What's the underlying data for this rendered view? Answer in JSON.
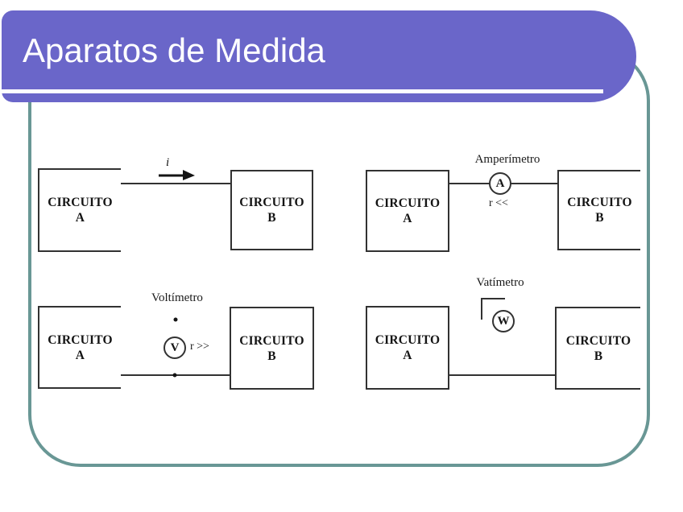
{
  "header": {
    "title": "Aparatos de Medida"
  },
  "colors": {
    "banner_bg": "#6A66C9",
    "frame_border": "#699795",
    "underline": "#FDFDFF",
    "line_color": "#323232",
    "text_color": "#141414"
  },
  "diagrams": {
    "direct": {
      "current_label": "i",
      "box_a": {
        "line1": "CIRCUITO",
        "line2": "A"
      },
      "box_b": {
        "line1": "CIRCUITO",
        "line2": "B"
      }
    },
    "ammeter": {
      "label": "Amperímetro",
      "meter_letter": "A",
      "note": "r <<",
      "box_a": {
        "line1": "CIRCUITO",
        "line2": "A"
      },
      "box_b": {
        "line1": "CIRCUITO",
        "line2": "B"
      }
    },
    "voltmeter": {
      "label": "Voltímetro",
      "meter_letter": "V",
      "note": "r >>",
      "box_a": {
        "line1": "CIRCUITO",
        "line2": "A"
      },
      "box_b": {
        "line1": "CIRCUITO",
        "line2": "B"
      }
    },
    "wattmeter": {
      "label": "Vatímetro",
      "meter_letter": "W",
      "box_a": {
        "line1": "CIRCUITO",
        "line2": "A"
      },
      "box_b": {
        "line1": "CIRCUITO",
        "line2": "B"
      }
    }
  }
}
